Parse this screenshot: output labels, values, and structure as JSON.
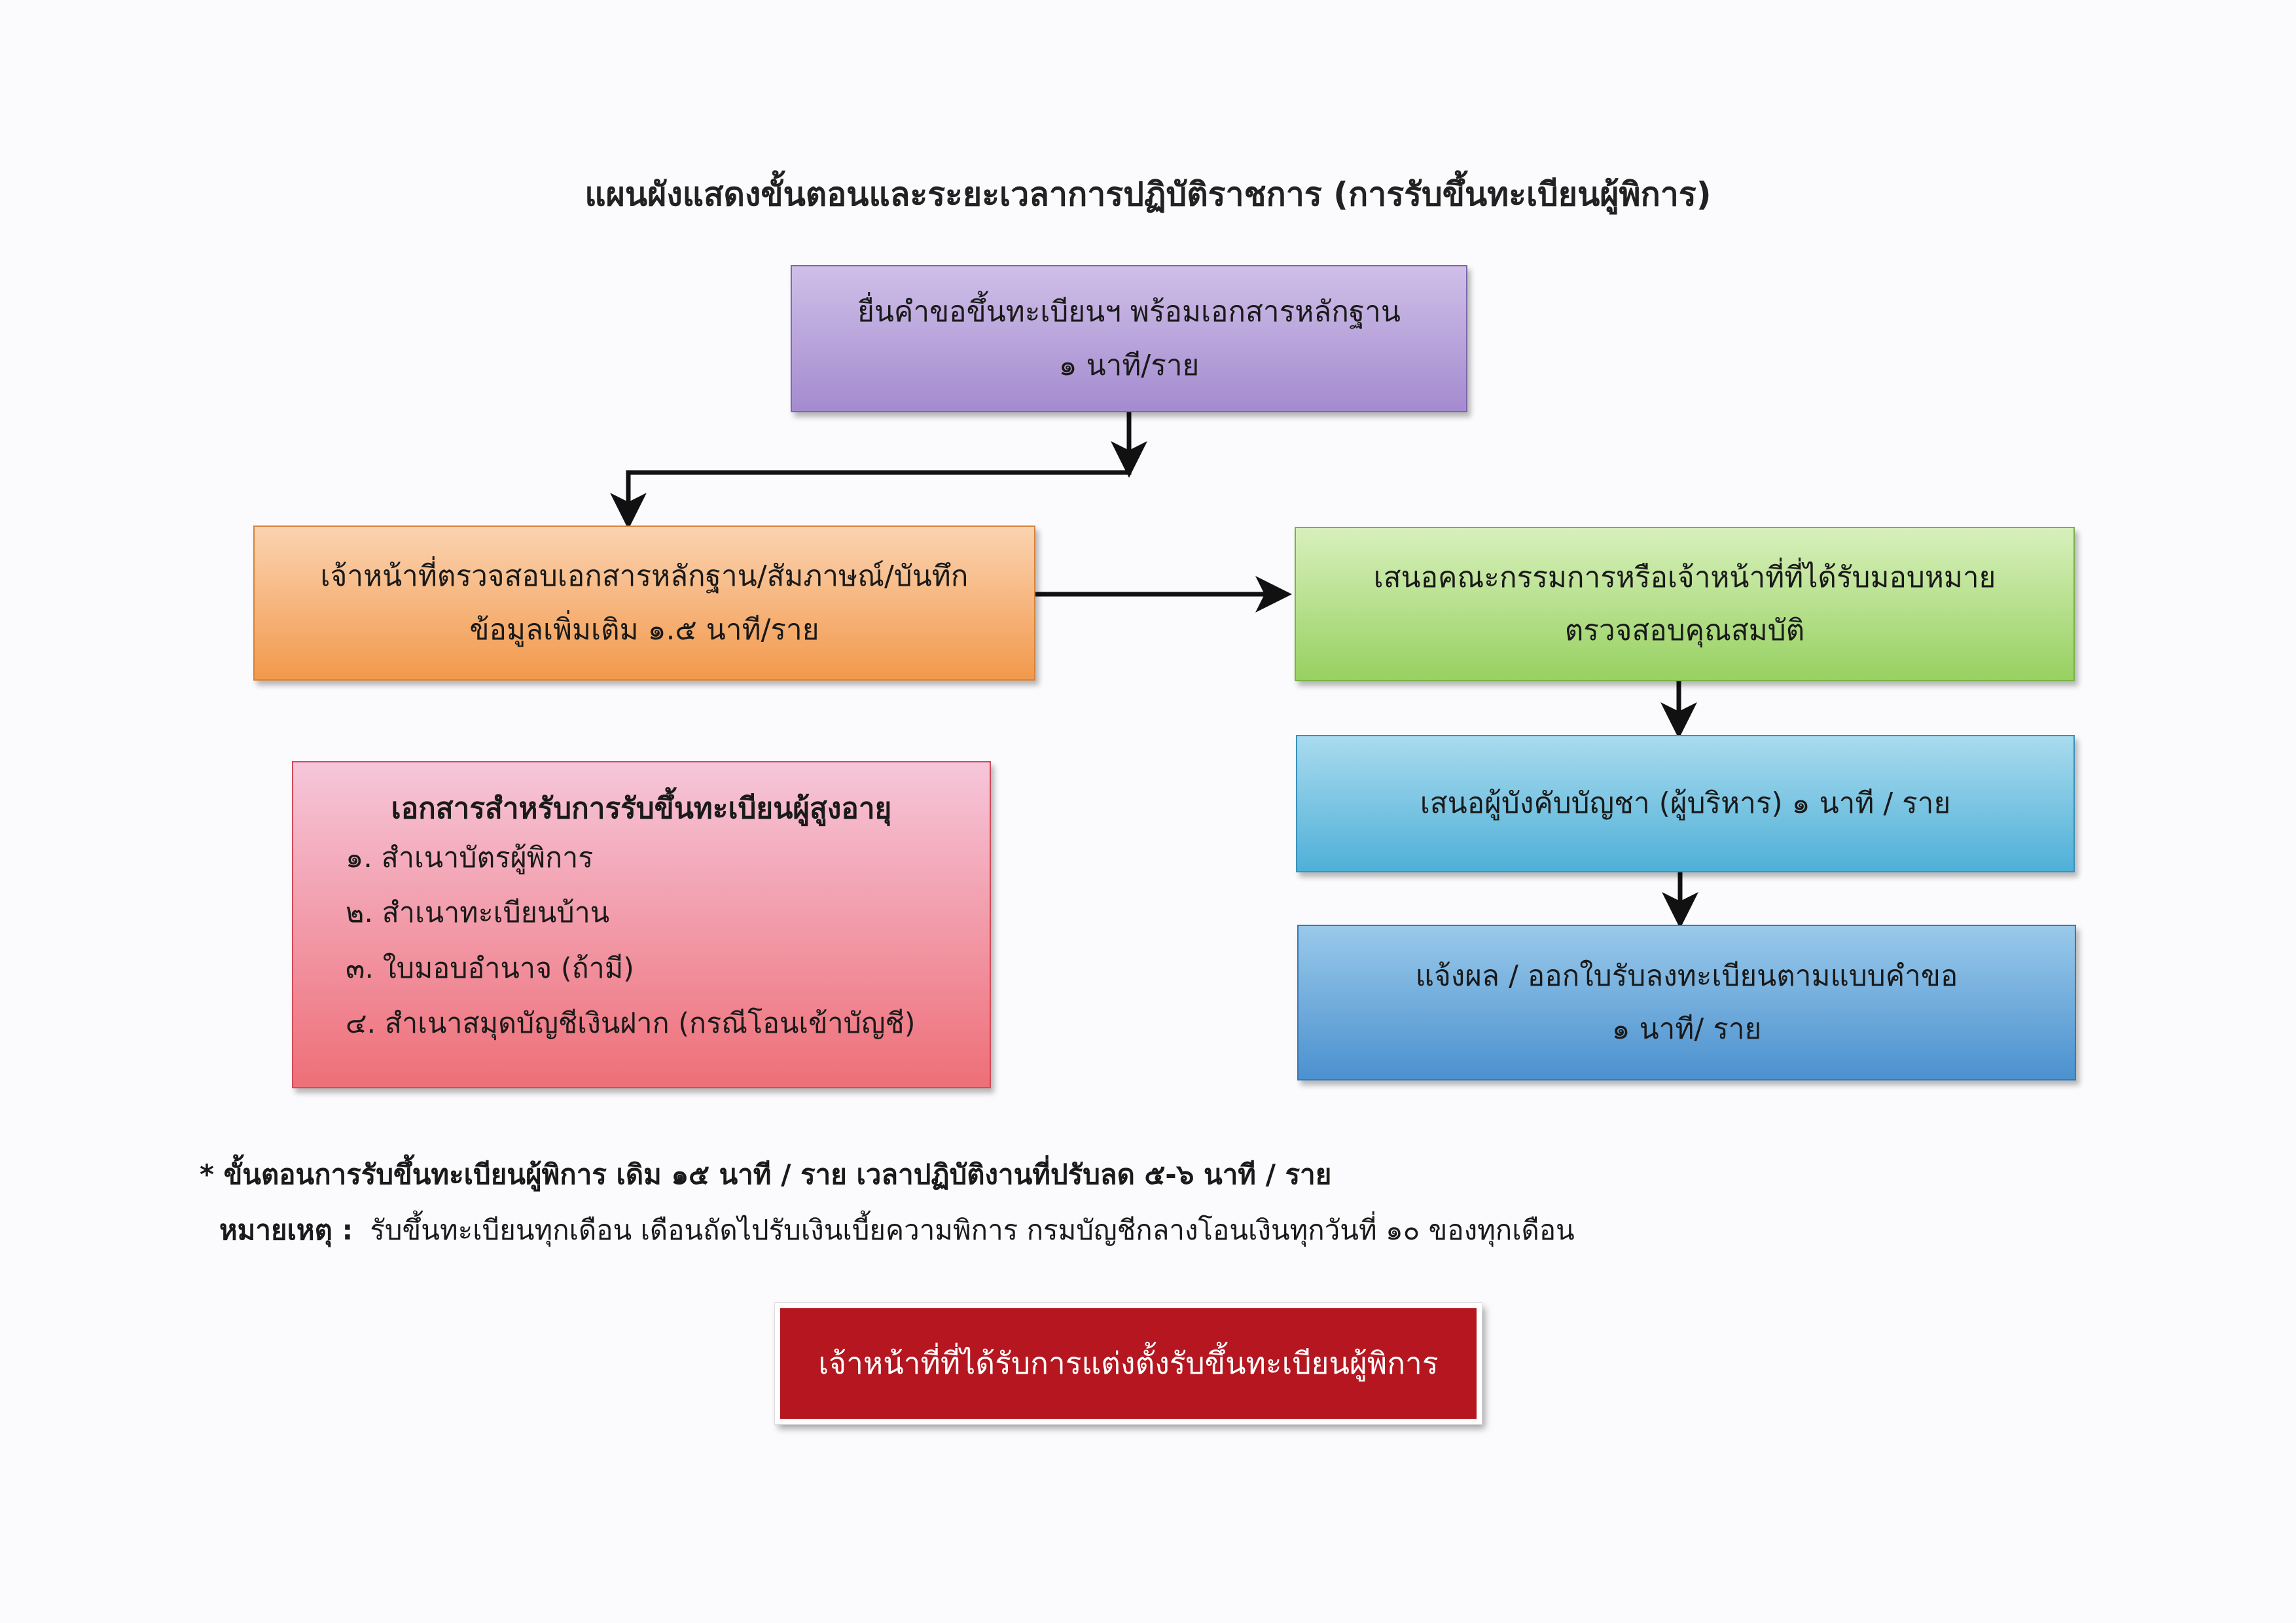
{
  "title": "แผนผังแสดงขั้นตอนและระยะเวลาการปฏิบัติราชการ (การรับขึ้นทะเบียนผู้พิการ)",
  "steps": {
    "submit": {
      "line1": "ยื่นคำขอขึ้นทะเบียนฯ พร้อมเอกสารหลักฐาน",
      "line2": "๑ นาที/ราย",
      "color": "#a48bcf"
    },
    "verify": {
      "line1": "เจ้าหน้าที่ตรวจสอบเอกสารหลักฐาน/สัมภาษณ์/บันทึก",
      "line2": "ข้อมูลเพิ่มเติม ๑.๕  นาที/ราย",
      "color": "#f2994c"
    },
    "committee": {
      "line1": "เสนอคณะกรรมการหรือเจ้าหน้าที่ที่ได้รับมอบหมาย",
      "line2": "ตรวจสอบคุณสมบัติ",
      "color": "#97d161"
    },
    "approve": {
      "line1": "เสนอผู้บังคับบัญชา (ผู้บริหาร) ๑  นาที / ราย",
      "color": "#4fb0d8"
    },
    "notify": {
      "line1": "แจ้งผล / ออกใบรับลงทะเบียนตามแบบคำขอ",
      "line2": "๑  นาที/ ราย",
      "color": "#4b91cf"
    }
  },
  "documents": {
    "title": "เอกสารสำหรับการรับขึ้นทะเบียนผู้สูงอายุ",
    "items": [
      "๑.  สำเนาบัตรผู้พิการ",
      "๒.  สำเนาทะเบียนบ้าน",
      "๓.  ใบมอบอำนาจ (ถ้ามี)",
      "๔.  สำเนาสมุดบัญชีเงินฝาก (กรณีโอนเข้าบัญชี)"
    ],
    "color": "#ee6f78"
  },
  "notes": {
    "summary": "* ขั้นตอนการรับขึ้นทะเบียนผู้พิการ เดิม ๑๕  นาที / ราย  เวลาปฏิบัติงานที่ปรับลด  ๕-๖  นาที / ราย",
    "remark_label": "หมายเหตุ :",
    "remark_text": "รับขึ้นทะเบียนทุกเดือน เดือนถัดไปรับเงินเบี้ยความพิการ  กรมบัญชีกลางโอนเงินทุกวันที่ ๑๐  ของทุกเดือน"
  },
  "officer_label": "เจ้าหน้าที่ที่ได้รับการแต่งตั้งรับขึ้นทะเบียนผู้พิการ",
  "officer_color": "#b5161f"
}
